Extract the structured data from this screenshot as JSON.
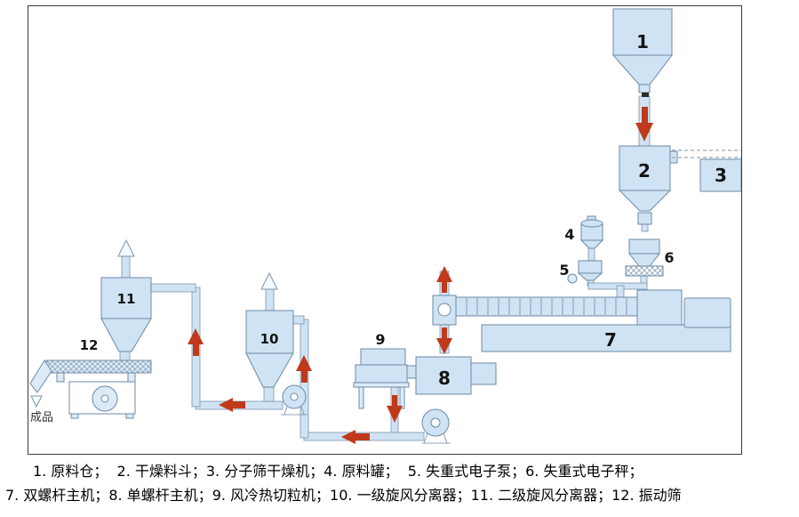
{
  "components": {
    "silo": {
      "num": "1",
      "name": "原料仓"
    },
    "drying_hopper": {
      "num": "2",
      "name": "干燥料斗"
    },
    "molecular_sieve_dryer": {
      "num": "3",
      "name": "分子筛干燥机"
    },
    "raw_material_tank": {
      "num": "4",
      "name": "原料罐"
    },
    "loss_in_weight_pump": {
      "num": "5",
      "name": "失重式电子泵"
    },
    "loss_in_weight_scale": {
      "num": "6",
      "name": "失重式电子秤"
    },
    "twin_screw_extruder": {
      "num": "7",
      "name": "双螺杆主机"
    },
    "single_screw_extruder": {
      "num": "8",
      "name": "单螺杆主机"
    },
    "air_cooled_pelletizer": {
      "num": "9",
      "name": "风冷热切粒机"
    },
    "cyclone_stage1": {
      "num": "10",
      "name": "一级旋风分离器"
    },
    "cyclone_stage2": {
      "num": "11",
      "name": "二级旋风分离器"
    },
    "vibrating_sieve": {
      "num": "12",
      "name": "振动筛"
    }
  },
  "flow": {
    "finished_product": "成品"
  },
  "legend": {
    "line1": "1. 原料仓；  2. 干燥料斗；3. 分子筛干燥机；4. 原料罐；  5. 失重式电子泵；6. 失重式电子秤；",
    "line2": "7. 双螺杆主机；8. 单螺杆主机；9. 风冷热切粒机；10. 一级旋风分离器；11. 二级旋风分离器；12. 振动筛"
  },
  "colors": {
    "equipment_fill": "#cfe3f4",
    "equipment_stroke": "#6d89a5",
    "flow_arrow": "#c0391b"
  }
}
